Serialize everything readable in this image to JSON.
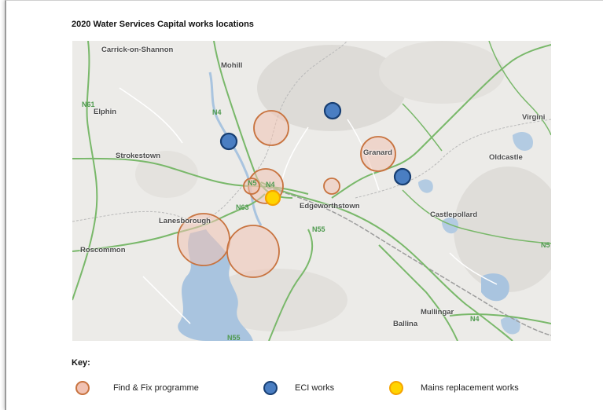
{
  "page": {
    "title": "2020 Water Services Capital works locations"
  },
  "map": {
    "places": [
      {
        "name": "Carrick-on-Shannon"
      },
      {
        "name": "Mohill"
      },
      {
        "name": "Elphin"
      },
      {
        "name": "Virgini"
      },
      {
        "name": "Strokestown"
      },
      {
        "name": "Granard"
      },
      {
        "name": "Oldcastle"
      },
      {
        "name": "Edgeworthstown"
      },
      {
        "name": "Castlepollard"
      },
      {
        "name": "Lanesborough"
      },
      {
        "name": "Roscommon"
      },
      {
        "name": "Mullingar"
      },
      {
        "name": "Ballina"
      }
    ],
    "roads": [
      "N61",
      "N4",
      "N5",
      "N4",
      "N63",
      "N55",
      "N4",
      "N5",
      "N55"
    ],
    "markers": [
      {
        "type": "find_fix",
        "level": "large"
      },
      {
        "type": "find_fix",
        "level": "large"
      },
      {
        "type": "find_fix",
        "level": "large"
      },
      {
        "type": "find_fix",
        "level": "xlarge"
      },
      {
        "type": "find_fix",
        "level": "xlarge"
      },
      {
        "type": "find_fix",
        "level": "small"
      },
      {
        "type": "find_fix",
        "level": "small"
      },
      {
        "type": "eci"
      },
      {
        "type": "eci"
      },
      {
        "type": "eci"
      },
      {
        "type": "mains"
      }
    ]
  },
  "key": {
    "title": "Key:",
    "items": [
      {
        "label": "Find & Fix programme",
        "fill": "#f1c2b3",
        "stroke": "#c8733f"
      },
      {
        "label": "ECI works",
        "fill": "#4a7ec2",
        "stroke": "#183f73"
      },
      {
        "label": "Mains replacement works",
        "fill": "#ffd400",
        "stroke": "#f5a300"
      }
    ]
  }
}
